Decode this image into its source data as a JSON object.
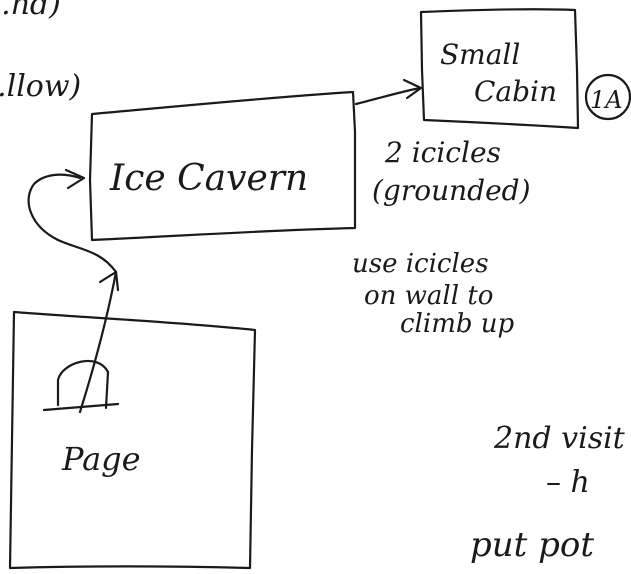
{
  "nodes": {
    "ice_cavern": "Ice Cavern",
    "small_cabin_line1": "Small",
    "small_cabin_line2": "Cabin",
    "cabin_marker": "1A",
    "page": "Page"
  },
  "annotations": {
    "icicles_line1": "2 icicles",
    "icicles_line2": "(grounded)",
    "wall_line1": "use icicles",
    "wall_line2": "on wall to",
    "wall_line3": "climb up",
    "visit_line": "2nd visit",
    "dash_line": "– h",
    "put_line": "put pot",
    "edge_top": "...nd)",
    "edge_left": "...llow)"
  }
}
